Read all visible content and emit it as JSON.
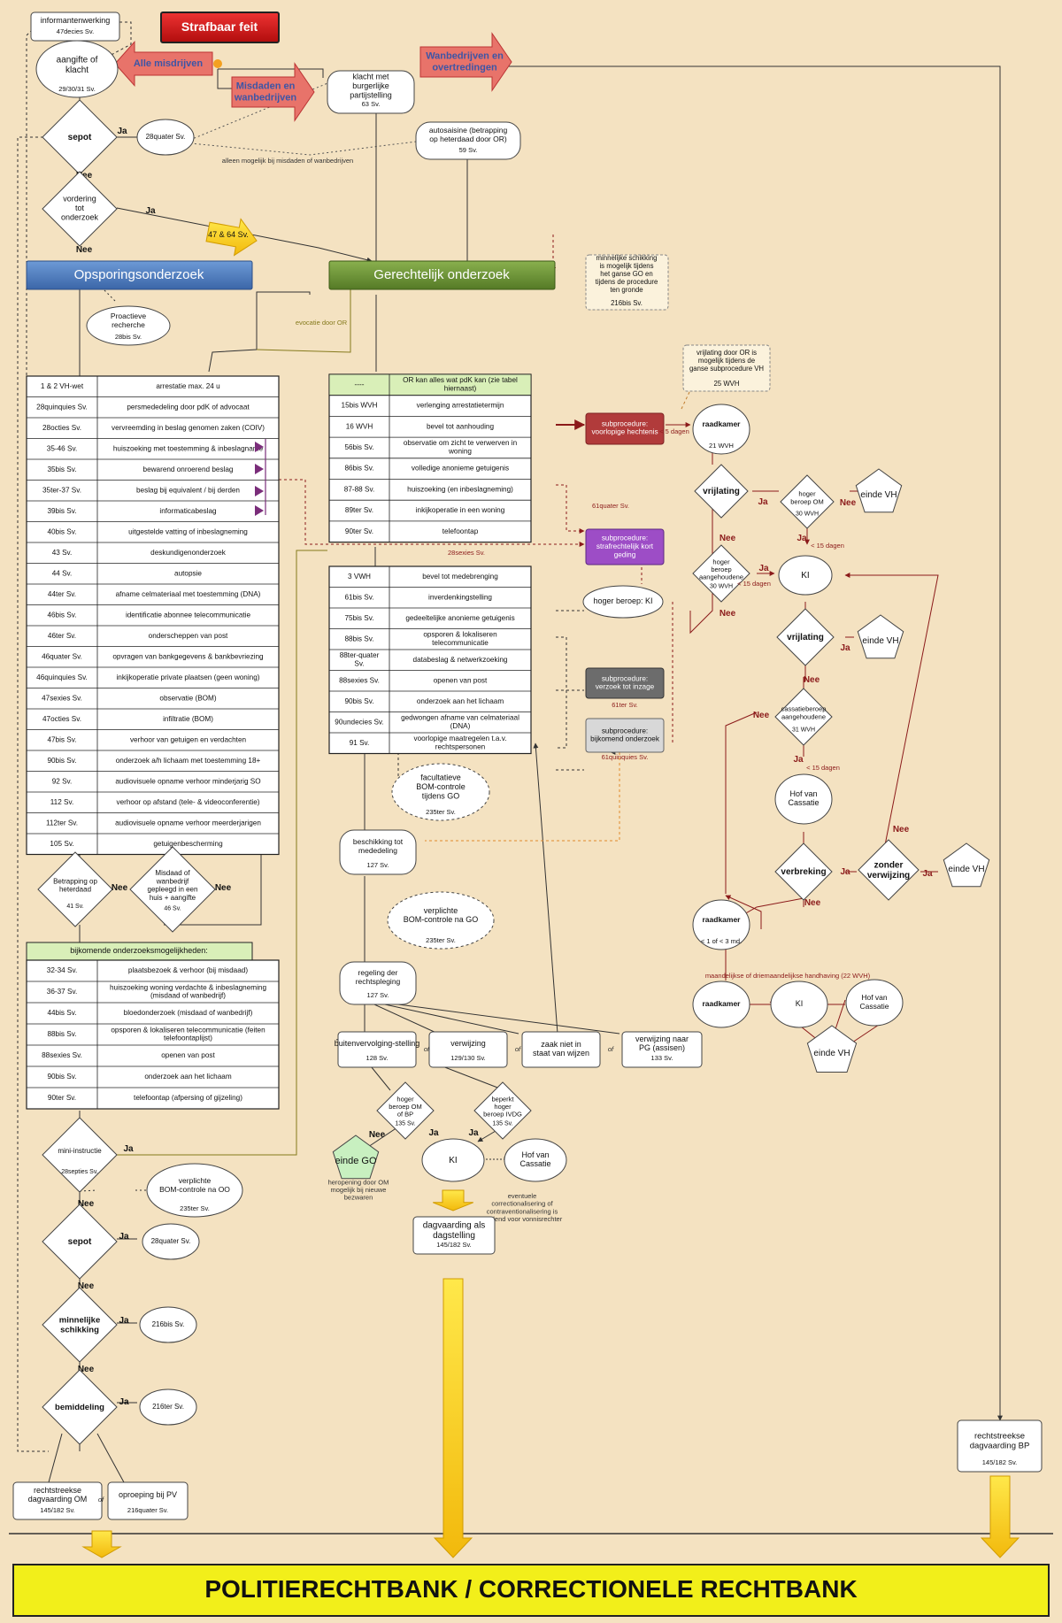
{
  "header": {
    "title": "Strafbaar feit",
    "tag_all": "Alle misdrijven",
    "tag_misdaden": "Misdaden en wanbedrijven",
    "tag_wanbedrijven": "Wanbedrijven en overtredingen"
  },
  "nodes": {
    "informantenwerking": {
      "title": "informantenwerking",
      "ref": "47decies Sv."
    },
    "aangifte": {
      "title": "aangifte of klacht",
      "ref": "29/30/31 Sv."
    },
    "klacht_burgerlijke": {
      "title": "klacht met burgerlijke partijstelling",
      "ref": "63 Sv."
    },
    "autosaisine": {
      "title": "autosaisine (betrapping op heterdaad door OR)",
      "ref": "59 Sv."
    },
    "sepot1": {
      "label": "sepot",
      "ref": "28quater Sv."
    },
    "vordering": {
      "label": "vordering tot onderzoek"
    },
    "alleen_mogelijk": "alleen mogelijk bij misdaden of wanbedrijven",
    "arrow_47_64": "47 & 64 Sv.",
    "opsporing": "Opsporingsonderzoek",
    "gerechtelijk": "Gerechtelijk onderzoek",
    "minnelijke_box": {
      "text": "minnelijke schikking is mogelijk tijdens het ganse GO en tijdens de procedure ten gronde",
      "ref": "216bis Sv."
    },
    "proactieve": {
      "title": "Proactieve recherche",
      "ref": "28bis Sv."
    },
    "evocatie": "evocatie door OR",
    "vrijlating_or": {
      "text": "vrijlating door OR is mogelijk tijdens de ganse subprocedure VH",
      "ref": "25 WVH"
    },
    "sub_vh": "subprocedure: voorlopige hechtenis",
    "less5": "< 5 dagen",
    "raadkamer1": {
      "title": "raadkamer",
      "ref": "21 WVH"
    },
    "vrijlating1": "vrijlating",
    "hoger_beroep_om": {
      "title": "hoger beroep OM",
      "ref": "30 WVH"
    },
    "einde_vh": "einde VH",
    "less15a": "< 15 dagen",
    "hoger_beroep_aang": {
      "title": "hoger beroep aangehoudene",
      "ref": "30 WVH"
    },
    "less15b": "< 15 dagen",
    "ki": "KI",
    "vrijlating2": "vrijlating",
    "cassatieberoep": {
      "title": "cassatieberoep aangehoudene",
      "ref": "31 WVH"
    },
    "less15c": "< 15 dagen",
    "hof_cassatie": "Hof van Cassatie",
    "verbreking": "verbreking",
    "zonder_verwijzing": "zonder verwijzing",
    "raadkamer2": {
      "title": "raadkamer",
      "ref": "< 1 of < 3 md."
    },
    "maandelijkse": "maandelijkse of driemaandelijkse handhaving (22 WVH)",
    "raadkamer3": "raadkamer",
    "ki2": "KI",
    "hof_cassatie2": "Hof van Cassatie",
    "ref_61quater": "61quater Sv.",
    "ref_28sexies": "28sexies Sv.",
    "sub_kg": "subprocedure: strafrechtelijk kort geding",
    "hoger_beroep_ki": "hoger beroep: KI",
    "sub_inzage": "subprocedure: verzoek tot inzage",
    "ref_61ter": "61ter Sv.",
    "sub_bijkomend": "subprocedure: bijkomend onderzoek",
    "ref_61quinquies": "61quinquies Sv.",
    "facultatieve": {
      "title": "facultatieve BOM-controle tijdens GO",
      "ref": "235ter Sv."
    },
    "beschikking": {
      "title": "beschikking tot mededeling",
      "ref": "127 Sv."
    },
    "verplichte_go": {
      "title": "verplichte BOM-controle na GO",
      "ref": "235ter Sv."
    },
    "regeling": {
      "title": "regeling der rechtspleging",
      "ref": "127 Sv."
    },
    "outcomes": [
      {
        "title": "buitenvervolging-stelling",
        "ref": "128 Sv."
      },
      {
        "title": "verwijzing",
        "ref": "129/130 Sv."
      },
      {
        "title": "zaak niet in staat van wijzen",
        "ref": ""
      },
      {
        "title": "verwijzing naar PG (assisen)",
        "ref": "133 Sv."
      }
    ],
    "of": "of",
    "hb_om_bp": {
      "title": "hoger beroep OM of BP",
      "ref": "135 Sv."
    },
    "beperkt_hb": {
      "title": "beperkt hoger beroep IVDG",
      "ref": "135 Sv."
    },
    "einde_go": "einde GO",
    "heropening": "heropening door OM mogelijk bij nieuwe bezwaren",
    "ki3": "KI",
    "hof_cassatie3": "Hof van Cassatie",
    "eventuele": "eventuele correctionalisering of contraventionalisering is bindend voor vonnisrechter",
    "dagvaarding_dag": {
      "title": "dagvaarding als dagstelling",
      "ref": "145/182 Sv."
    },
    "betrapping": {
      "label": "Betrapping op heterdaad",
      "ref": "41 Sv."
    },
    "misdaad_wan": {
      "label": "Misdaad of wanbedrijf gepleegd in een huis + aangifte",
      "ref": "46 Sv."
    },
    "mini": {
      "label": "mini-instructie",
      "ref": "28septies Sv."
    },
    "verplichte_oo": {
      "title": "verplichte BOM-controle na OO",
      "ref": "235ter Sv."
    },
    "sepot2": {
      "label": "sepot",
      "ref": "28quater Sv."
    },
    "minnelijke2": {
      "label": "minnelijke schikking",
      "ref": "216bis Sv."
    },
    "bemiddeling": {
      "label": "bemiddeling",
      "ref": "216ter Sv."
    },
    "rechtstreekse_om": {
      "title": "rechtstreekse dagvaarding OM",
      "ref": "145/182 Sv."
    },
    "oproeping": {
      "title": "oproeping bij PV",
      "ref": "216quater Sv."
    },
    "rechtstreekse_bp": {
      "title": "rechtstreekse dagvaarding BP",
      "ref": "145/182 Sv."
    },
    "ja": "Ja",
    "nee": "Nee"
  },
  "tables": {
    "opsporing": [
      [
        "1 & 2 VH-wet",
        "arrestatie max. 24 u"
      ],
      [
        "28quinquies Sv.",
        "persmededeling door pdK of advocaat"
      ],
      [
        "28octies Sv.",
        "vervreemding in beslag genomen zaken (COIV)"
      ],
      [
        "35-46 Sv.",
        "huiszoeking met toestemming & inbeslagname"
      ],
      [
        "35bis Sv.",
        "bewarend onroerend beslag"
      ],
      [
        "35ter-37 Sv.",
        "beslag bij equivalent / bij derden"
      ],
      [
        "39bis Sv.",
        "informaticabeslag"
      ],
      [
        "40bis Sv.",
        "uitgestelde vatting of inbeslagneming"
      ],
      [
        "43 Sv.",
        "deskundigenonderzoek"
      ],
      [
        "44 Sv.",
        "autopsie"
      ],
      [
        "44ter Sv.",
        "afname celmateriaal met toestemming (DNA)"
      ],
      [
        "46bis Sv.",
        "identificatie abonnee telecommunicatie"
      ],
      [
        "46ter Sv.",
        "onderscheppen van post"
      ],
      [
        "46quater Sv.",
        "opvragen van bankgegevens & bankbevriezing"
      ],
      [
        "46quinquies Sv.",
        "inkijkoperatie private plaatsen (geen woning)"
      ],
      [
        "47sexies Sv.",
        "observatie (BOM)"
      ],
      [
        "47octies Sv.",
        "infiltratie (BOM)"
      ],
      [
        "47bis Sv.",
        "verhoor van getuigen en verdachten"
      ],
      [
        "90bis Sv.",
        "onderzoek a/h lichaam met toestemming 18+"
      ],
      [
        "92 Sv.",
        "audiovisuele opname verhoor minderjarig SO"
      ],
      [
        "112 Sv.",
        "verhoor op afstand (tele- & videoconferentie)"
      ],
      [
        "112ter Sv.",
        "audiovisuele opname verhoor meerderjarigen"
      ],
      [
        "105 Sv.",
        "getuigenbescherming"
      ]
    ],
    "or_top": [
      [
        "----",
        "OR kan alles wat pdK kan (zie tabel hiernaast)"
      ],
      [
        "15bis WVH",
        "verlenging arrestatietermijn"
      ],
      [
        "16 WVH",
        "bevel tot aanhouding"
      ],
      [
        "56bis Sv.",
        "observatie om zicht te verwerven in woning"
      ],
      [
        "86bis Sv.",
        "volledige anonieme getuigenis"
      ],
      [
        "87-88 Sv.",
        "huiszoeking (en inbeslagneming)"
      ],
      [
        "89ter Sv.",
        "inkijkoperatie in een woning"
      ],
      [
        "90ter Sv.",
        "telefoontap"
      ]
    ],
    "or_bottom": [
      [
        "3 VWH",
        "bevel tot medebrenging"
      ],
      [
        "61bis Sv.",
        "inverdenkingstelling"
      ],
      [
        "75bis Sv.",
        "gedeeltelijke anonieme getuigenis"
      ],
      [
        "88bis Sv.",
        "opsporen & lokaliseren telecommunicatie"
      ],
      [
        "88ter-quater Sv.",
        "databeslag & netwerkzoeking"
      ],
      [
        "88sexies Sv.",
        "openen van post"
      ],
      [
        "90bis Sv.",
        "onderzoek aan het lichaam"
      ],
      [
        "90undecies Sv.",
        "gedwongen afname van celmateriaal (DNA)"
      ],
      [
        "91 Sv.",
        "voorlopige maatregelen t.a.v. rechtspersonen"
      ]
    ],
    "bijkomend_title": "bijkomende onderzoeksmogelijkheden:",
    "bijkomend": [
      [
        "32-34 Sv.",
        "plaatsbezoek & verhoor (bij misdaad)"
      ],
      [
        "36-37 Sv.",
        "huiszoeking woning verdachte & inbeslagneming (misdaad of wanbedrijf)"
      ],
      [
        "44bis Sv.",
        "bloedonderzoek (misdaad of wanbedrijf)"
      ],
      [
        "88bis Sv.",
        "opsporen & lokaliseren telecommunicatie (feiten telefoontaplijst)"
      ],
      [
        "88sexies Sv.",
        "openen van post"
      ],
      [
        "90bis Sv.",
        "onderzoek aan het lichaam"
      ],
      [
        "90ter Sv.",
        "telefoontap (afpersing of gijzeling)"
      ]
    ]
  },
  "footer": {
    "title": "POLITIERECHTBANK / CORRECTIONELE RECHTBANK"
  }
}
